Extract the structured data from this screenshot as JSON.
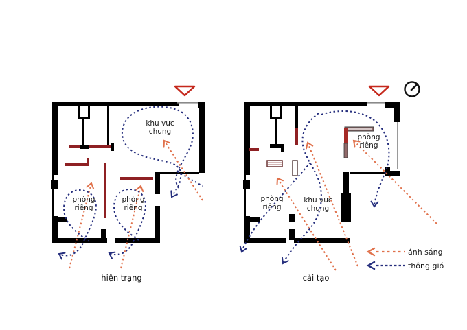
{
  "left_plan": {
    "caption": "hiện trạng",
    "common_area": {
      "line1": "khu vực",
      "line2": "chung"
    },
    "private_room_left": {
      "line1": "phòng",
      "line2": "riêng"
    },
    "private_room_right": {
      "line1": "phòng",
      "line2": "riêng"
    }
  },
  "right_plan": {
    "caption": "cải tạo",
    "common_area": {
      "line1": "khu vực",
      "line2": "chung"
    },
    "private_room_left": {
      "line1": "phòng",
      "line2": "riêng"
    },
    "private_room_top_right": {
      "line1": "phòng",
      "line2": "riêng"
    }
  },
  "legend": {
    "light": {
      "label": "ánh sáng",
      "color": "#e0714b"
    },
    "wind": {
      "label": "thông gió",
      "color": "#252e7d"
    }
  },
  "colors": {
    "wall_black": "#000000",
    "wall_red": "#8e2023",
    "entry_marker_red": "#c5281c",
    "light_orange": "#e0714b",
    "wind_blue": "#252e7d"
  }
}
